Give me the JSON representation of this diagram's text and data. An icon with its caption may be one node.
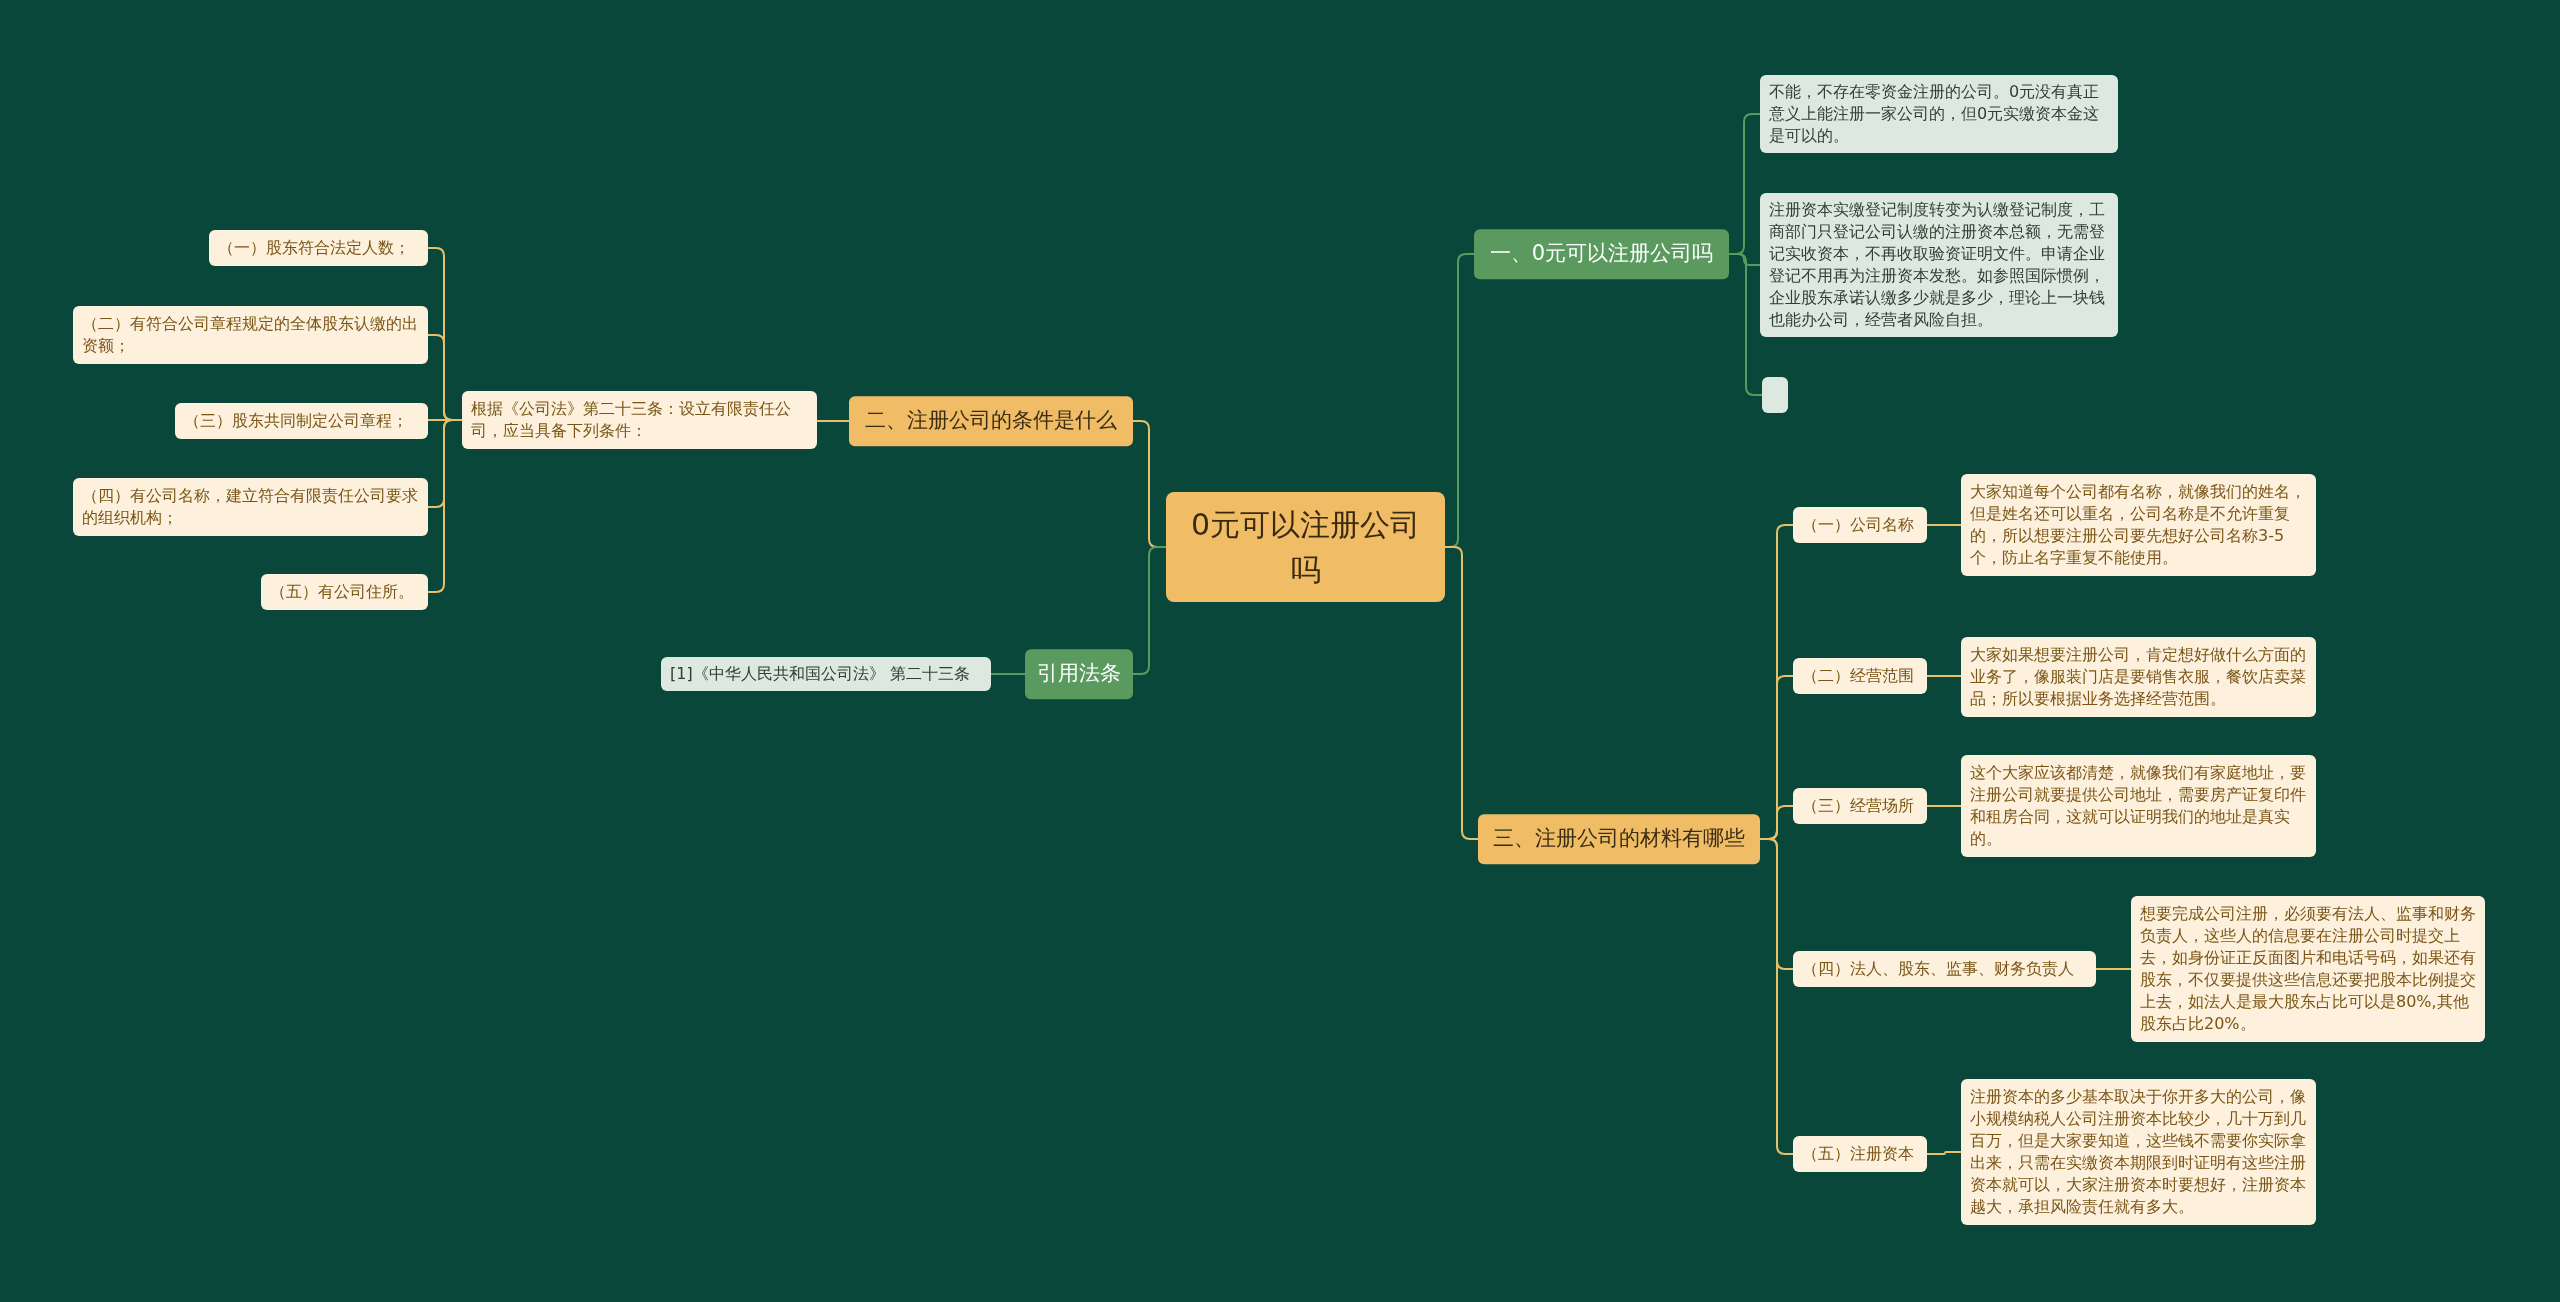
{
  "diagram": {
    "nodes": [
      {
        "text": [
          "0元可以注册公司吗"
        ]
      },
      {
        "text": [
          "一、0元可以注册公司吗"
        ]
      },
      {
        "text": [
          "不能，不存在零资金注册的公司。0元没有真正意义上能注册一家公司的，但0元实缴资本金这是可以的。"
        ]
      },
      {
        "text": [
          "注册资本实缴登记制度转变为认缴登记制度，工商部门只登记公司认缴的注册资本总额，无需登记实收资本，不再收取验资证明文件。申请企业登记不用再为注册资本发愁。如参照国际惯例，企业股东承诺认缴多少就是多少，理论上一块钱也能办公司，经营者风险自担。"
        ]
      },
      {
        "text": [],
        "shape": "box"
      },
      {
        "text": [
          "二、注册公司的条件是什么"
        ]
      },
      {
        "text": [
          "根据《公司法》第二十三条：设立有限责任公司，应当具备下列条件："
        ]
      },
      {
        "text": [
          "（一）股东符合法定人数；"
        ]
      },
      {
        "text": [
          "（二）有符合公司章程规定的全体股东认缴的出资额；"
        ]
      },
      {
        "text": [
          "（三）股东共同制定公司章程；"
        ]
      },
      {
        "text": [
          "（四）有公司名称，建立符合有限责任公司要求的组织机构；"
        ]
      },
      {
        "text": [
          "（五）有公司住所。"
        ]
      },
      {
        "text": [
          "引用法条"
        ]
      },
      {
        "text": [
          "[1]《中华人民共和国公司法》 第二十三条"
        ]
      },
      {
        "text": [
          "三、注册公司的材料有哪些"
        ]
      },
      {
        "text": [
          "（一）公司名称"
        ]
      },
      {
        "text": [
          "大家知道每个公司都有名称，就像我们的姓名，但是姓名还可以重名，公司名称是不允许重复的，所以想要注册公司要先想好公司名称3-5个，防止名字重复不能使用。"
        ]
      },
      {
        "text": [
          "（二）经营范围"
        ]
      },
      {
        "text": [
          "大家如果想要注册公司，肯定想好做什么方面的业务了，像服装门店是要销售衣服，餐饮店卖菜品；所以要根据业务选择经营范围。"
        ]
      },
      {
        "text": [
          "（三）经营场所"
        ]
      },
      {
        "text": [
          "这个大家应该都清楚，就像我们有家庭地址，要注册公司就要提供公司地址，需要房产证复印件和租房合同，这就可以证明我们的地址是真实的。"
        ]
      },
      {
        "text": [
          "（四）法人、股东、监事、财务负责人"
        ]
      },
      {
        "text": [
          "想要完成公司注册，必须要有法人、监事和财务负责人，这些人的信息要在注册公司时提交上去，如身份证正反面图片和电话号码，如果还有股东，不仅要提供这些信息还要把股本比例提交上去，如法人是最大股东占比可以是80%,其他股东占比20%。"
        ]
      },
      {
        "text": [
          "（五）注册资本"
        ]
      },
      {
        "text": [
          "注册资本的多少基本取决于你开多大的公司，像小规模纳税人公司注册资本比较少，几十万到几百万，但是大家要知道，这些钱不需要你实际拿出来，只需在实缴资本期限到时证明有这些注册资本就可以，大家注册资本时要想好，注册资本越大，承担风险责任就有多大。"
        ]
      }
    ],
    "edges": [
      {
        "from": 0,
        "to": 1,
        "arrow": "none",
        "color": "#5a9a5e"
      },
      {
        "from": 1,
        "to": 2,
        "arrow": "none",
        "color": "#5a9a5e"
      },
      {
        "from": 1,
        "to": 3,
        "arrow": "none",
        "color": "#5a9a5e"
      },
      {
        "from": 1,
        "to": 4,
        "arrow": "none",
        "color": "#5a9a5e"
      },
      {
        "from": 0,
        "to": 5,
        "arrow": "none"
      },
      {
        "from": 5,
        "to": 6,
        "arrow": "none"
      },
      {
        "from": 6,
        "to": 7,
        "arrow": "none"
      },
      {
        "from": 6,
        "to": 8,
        "arrow": "none"
      },
      {
        "from": 6,
        "to": 9,
        "arrow": "none"
      },
      {
        "from": 6,
        "to": 10,
        "arrow": "none"
      },
      {
        "from": 6,
        "to": 11,
        "arrow": "none"
      },
      {
        "from": 0,
        "to": 12,
        "arrow": "none",
        "color": "#5a9a5e"
      },
      {
        "from": 12,
        "to": 13,
        "arrow": "none",
        "color": "#5a9a5e"
      },
      {
        "from": 0,
        "to": 14,
        "arrow": "none"
      },
      {
        "from": 14,
        "to": 15,
        "arrow": "none"
      },
      {
        "from": 15,
        "to": 16,
        "arrow": "none"
      },
      {
        "from": 14,
        "to": 17,
        "arrow": "none"
      },
      {
        "from": 17,
        "to": 18,
        "arrow": "none"
      },
      {
        "from": 14,
        "to": 19,
        "arrow": "none"
      },
      {
        "from": 19,
        "to": 20,
        "arrow": "none"
      },
      {
        "from": 14,
        "to": 21,
        "arrow": "none"
      },
      {
        "from": 21,
        "to": 22,
        "arrow": "none"
      },
      {
        "from": 14,
        "to": 23,
        "arrow": "none"
      },
      {
        "from": 23,
        "to": 24,
        "arrow": "none"
      }
    ]
  }
}
